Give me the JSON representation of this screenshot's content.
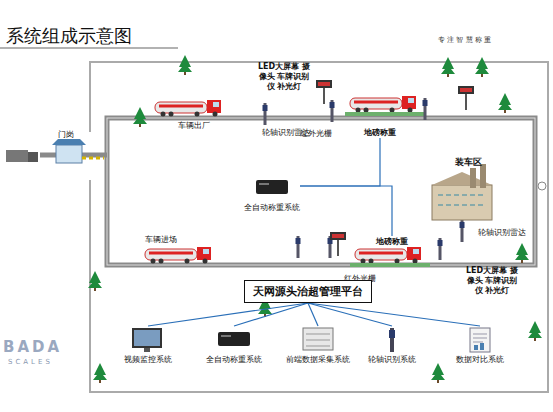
{
  "diagram": {
    "title": "系统组成示意图",
    "nodes": [
      {
        "text": [
          "天网源头治超管理平台"
        ]
      },
      {
        "text": [
          "视频监控系统"
        ]
      },
      {
        "text": [
          "全自动称重系统"
        ]
      },
      {
        "text": [
          "前端数据采集系统"
        ]
      },
      {
        "text": [
          "轮轴识别系统"
        ]
      },
      {
        "text": [
          "数据对比系统"
        ]
      },
      {
        "text": [
          "全自动称重系统"
        ]
      },
      {
        "text": [
          "地磅称重"
        ]
      },
      {
        "text": [
          "地磅称重"
        ]
      }
    ],
    "edges": [
      {
        "from": 0,
        "to": 1,
        "arrow": "none"
      },
      {
        "from": 0,
        "to": 2,
        "arrow": "none"
      },
      {
        "from": 0,
        "to": 3,
        "arrow": "none"
      },
      {
        "from": 0,
        "to": 4,
        "arrow": "none"
      },
      {
        "from": 0,
        "to": 5,
        "arrow": "none"
      },
      {
        "from": 6,
        "to": 7,
        "arrow": "none"
      },
      {
        "from": 6,
        "to": 8,
        "arrow": "none"
      }
    ],
    "labels": [
      "专 注 智 慧 称 重",
      "门岗",
      "车辆出厂",
      "LED大屏幕 摄像头 车牌识别仪 补光灯",
      "轮轴识别雷达",
      "红外光栅",
      "装车区",
      "轮轴识别雷达",
      "车辆进场",
      "红外光栅",
      "LED大屏幕 摄像头 车牌识别仪 补光灯",
      "BADA",
      "SCALES"
    ]
  }
}
